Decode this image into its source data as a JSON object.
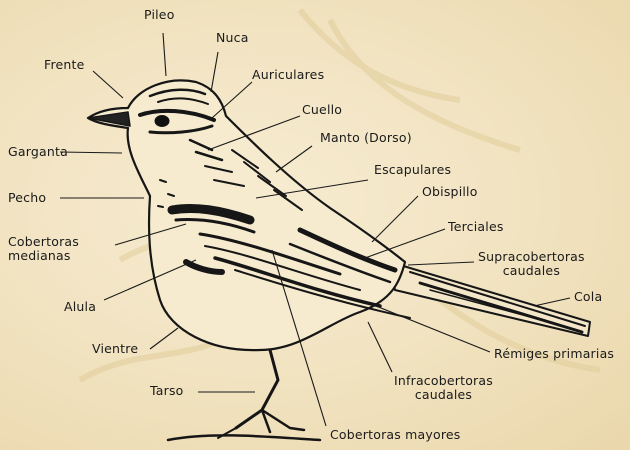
{
  "diagram": {
    "labels": {
      "pileo": "Pileo",
      "nuca": "Nuca",
      "frente": "Frente",
      "auriculares": "Auriculares",
      "cuello": "Cuello",
      "manto": "Manto (Dorso)",
      "garganta": "Garganta",
      "escapulares": "Escapulares",
      "obispillo": "Obispillo",
      "pecho": "Pecho",
      "terciales": "Terciales",
      "cobertoras_medianas": "Cobertoras\nmedianas",
      "supracobertoras_caudales": "Supracobertoras\ncaudales",
      "cola": "Cola",
      "alula": "Alula",
      "vientre": "Vientre",
      "remiges_primarias": "Rémiges primarias",
      "infracobertoras_caudales": "Infracobertoras\ncaudales",
      "tarso": "Tarso",
      "cobertoras_mayores": "Cobertoras mayores"
    }
  }
}
